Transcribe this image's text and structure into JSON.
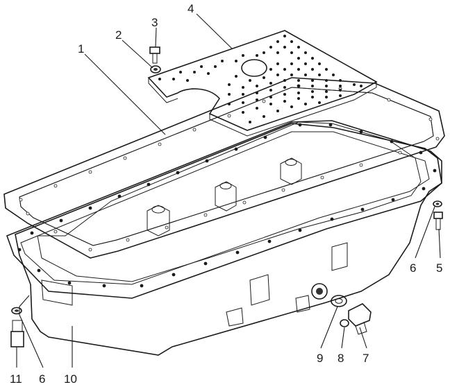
{
  "figure": {
    "type": "exploded-parts-diagram",
    "subject": "engine oil pan assembly",
    "colors": {
      "ink": "#1b1b1b",
      "paper": "#ffffff",
      "stipple_light": "#d9d9d9",
      "stipple_dark": "#9a9a9a"
    },
    "callouts": [
      {
        "id": "c1",
        "label": "1"
      },
      {
        "id": "c2",
        "label": "2"
      },
      {
        "id": "c3",
        "label": "3"
      },
      {
        "id": "c4",
        "label": "4"
      },
      {
        "id": "c5",
        "label": "5"
      },
      {
        "id": "c6a",
        "label": "6"
      },
      {
        "id": "c6b",
        "label": "6"
      },
      {
        "id": "c7",
        "label": "7"
      },
      {
        "id": "c8",
        "label": "8"
      },
      {
        "id": "c9",
        "label": "9"
      },
      {
        "id": "c10",
        "label": "10"
      },
      {
        "id": "c11",
        "label": "11"
      }
    ]
  }
}
